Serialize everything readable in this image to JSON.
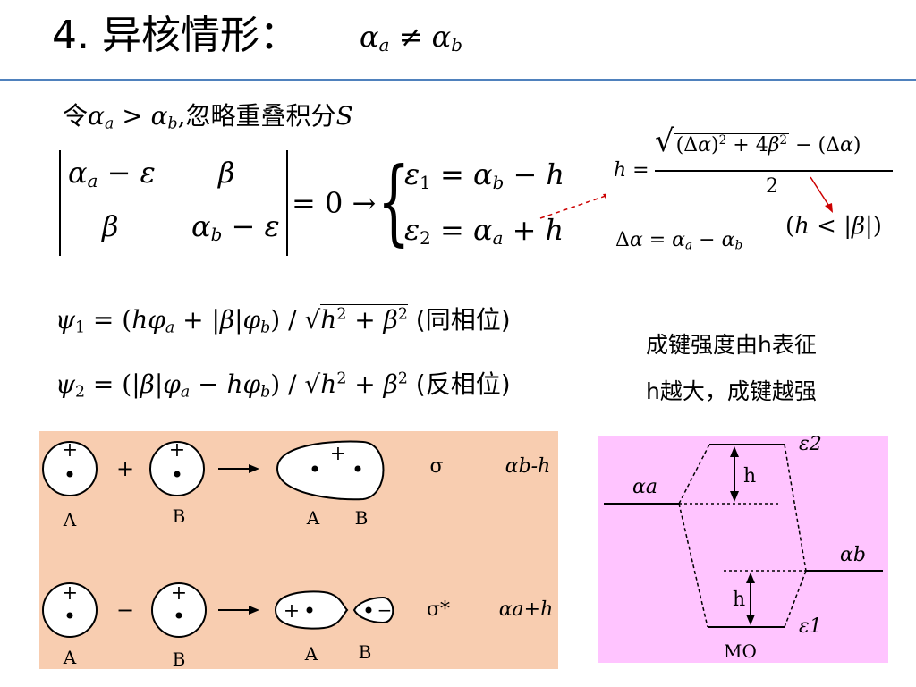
{
  "title": {
    "number": "4.",
    "text": "异核情形：",
    "cond": "αa ≠ αb"
  },
  "assume_text": "令αa > αb,忽略重叠积分S",
  "secular": {
    "a11": "αa − ε",
    "a12": "β",
    "a21": "β",
    "a22": "αb − ε",
    "equals": "= 0 →",
    "eps1": "ε1 = αb − h",
    "eps2": "ε2 = αa + h"
  },
  "h_formula": {
    "lhs": "h =",
    "num": "√((Δα)² + 4β²) − (Δα)",
    "den": "2",
    "delta": "Δα = αa − αb",
    "cond": "(h < |β|)"
  },
  "wavefunctions": {
    "psi1": "ψ1 = (hφa + |β|φb) / √(h² + β²)",
    "psi1_note": "(同相位)",
    "psi2": "ψ2 = (|β|φa − hφb) / √(h² + β²)",
    "psi2_note": "(反相位)"
  },
  "note": {
    "line1": "成键强度由h表征",
    "line2": "h越大，成键越强"
  },
  "orbitals": {
    "row1": {
      "op": "+",
      "sign": "+",
      "label": "σ",
      "energy": "αb-h"
    },
    "row2": {
      "op": "−",
      "sign": "+",
      "label": "σ*",
      "energy": "αa+h"
    },
    "atom_a": "A",
    "atom_b": "B"
  },
  "mo_diagram": {
    "eps2": "ε2",
    "eps1": "ε1",
    "alpha_a": "αa",
    "alpha_b": "αb",
    "h": "h",
    "mo": "MO"
  },
  "colors": {
    "rule": "#4f81bd",
    "orbital_panel": "#f8cdb0",
    "mo_panel": "#ffc4ff",
    "arrow": "#cc0000"
  }
}
